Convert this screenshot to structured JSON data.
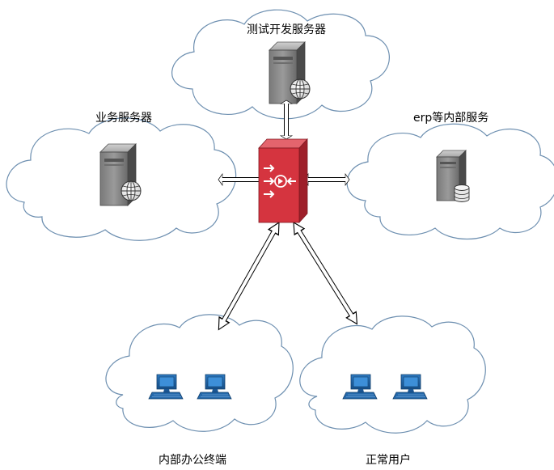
{
  "nodes": {
    "test_dev": {
      "label": "测试开发服务器",
      "icon": "web-server-icon"
    },
    "business": {
      "label": "业务服务器",
      "icon": "web-server-icon"
    },
    "erp": {
      "label": "erp等内部服务",
      "icon": "database-server-icon"
    },
    "office": {
      "label": "内部办公终端",
      "icon": "workstation-icon"
    },
    "users": {
      "label": "正常用户",
      "icon": "workstation-icon"
    },
    "firewall": {
      "label": "",
      "icon": "firewall-icon"
    }
  },
  "colors": {
    "cloud_stroke": "#6d8fb0",
    "firewall_red": "#d5343f",
    "firewall_dark": "#9e1f2a",
    "workstation_blue": "#1f5f9e",
    "server_gray": "#5b5b5b"
  }
}
